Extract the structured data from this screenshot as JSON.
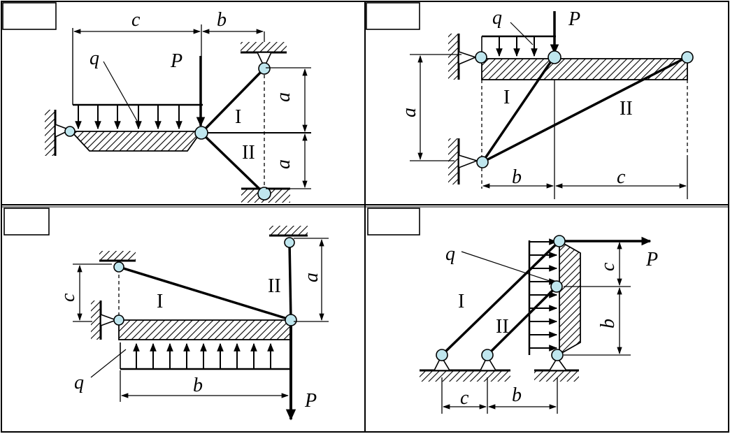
{
  "panels": [
    {
      "id": "top-left",
      "labels": {
        "c": "c",
        "b": "b",
        "P": "P",
        "q": "q",
        "a1": "a",
        "a2": "a",
        "rod1": "I",
        "rod2": "II"
      }
    },
    {
      "id": "top-right",
      "labels": {
        "q": "q",
        "P": "P",
        "a": "a",
        "b": "b",
        "c": "c",
        "rod1": "I",
        "rod2": "II"
      }
    },
    {
      "id": "bottom-left",
      "labels": {
        "c": "c",
        "a": "a",
        "b": "b",
        "q": "q",
        "P": "P",
        "rod1": "I",
        "rod2": "II"
      }
    },
    {
      "id": "bottom-right",
      "labels": {
        "q": "q",
        "P": "P",
        "c": "c",
        "b": "b",
        "c_bottom": "c",
        "b_bottom": "b",
        "rod1": "I",
        "rod2": "II"
      }
    }
  ],
  "colors": {
    "line": "#000000",
    "hinge_fill": "#bfe6ee",
    "background": "#ffffff"
  }
}
